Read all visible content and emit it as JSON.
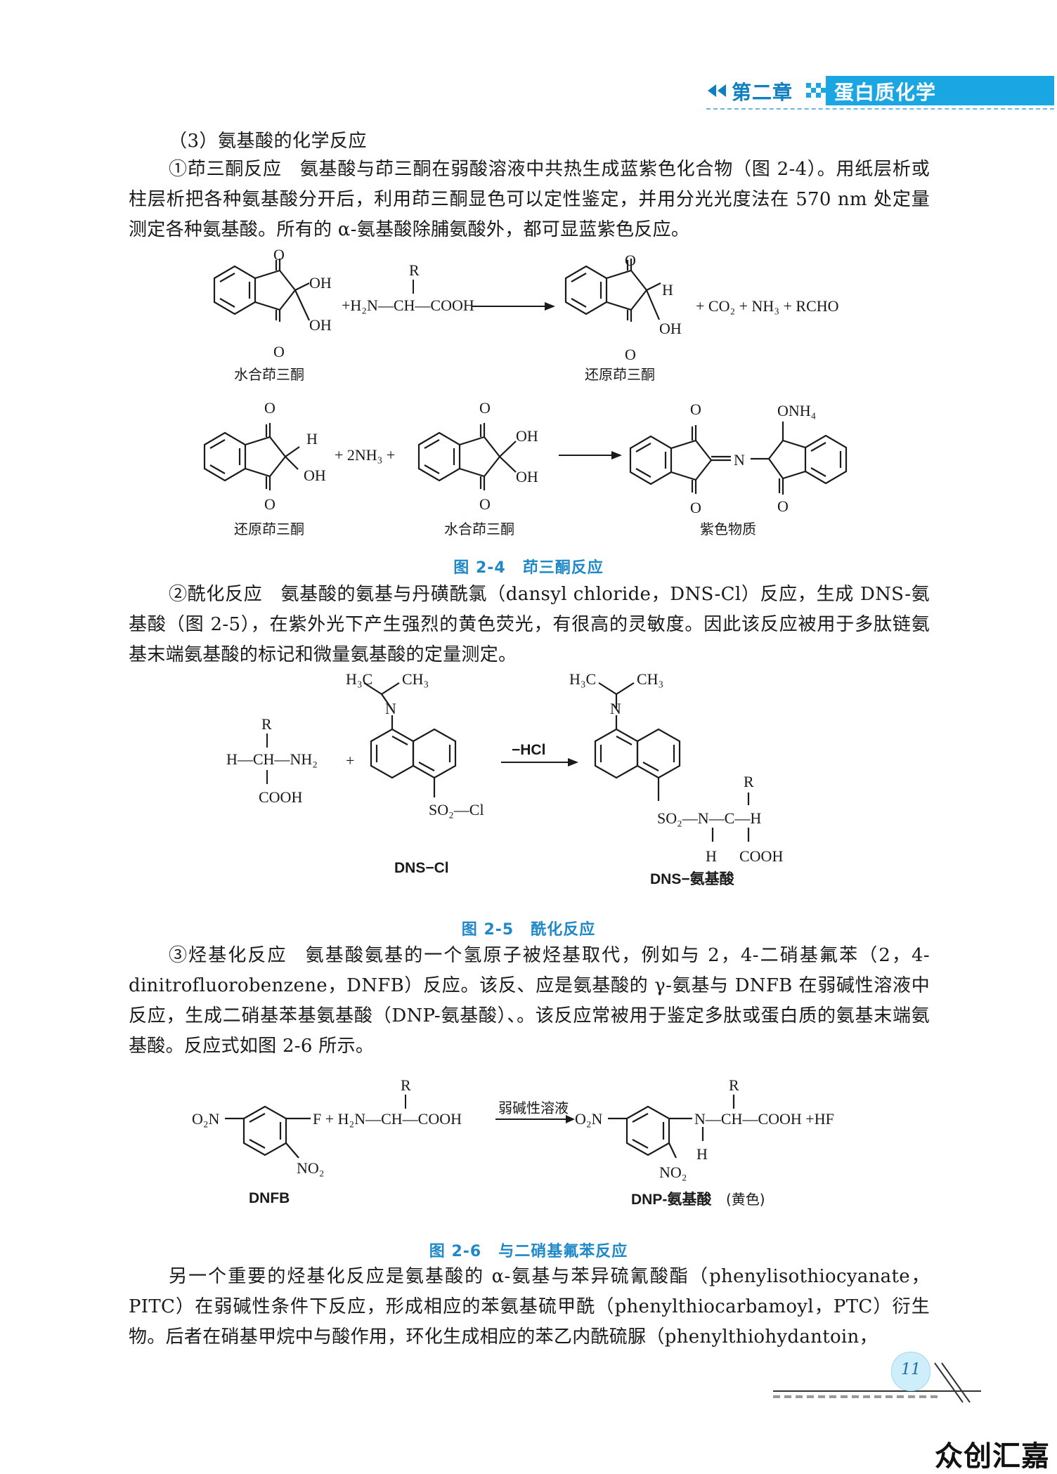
{
  "header": {
    "chapter": "第二章",
    "title": "蛋白质化学"
  },
  "section": {
    "heading": "（3）氨基酸的化学反应"
  },
  "paragraphs": {
    "p1_title": "①茚三酮反应",
    "p1_body": "氨基酸与茚三酮在弱酸溶液中共热生成蓝紫色化合物（图 2-4）。用纸层析或柱层析把各种氨基酸分开后，利用茚三酮显色可以定性鉴定，并用分光光度法在 570 nm 处定量测定各种氨基酸。所有的 α-氨基酸除脯氨酸外，都可显蓝紫色反应。",
    "p2_title": "②酰化反应",
    "p2_body": "氨基酸的氨基与丹磺酰氯（dansyl chloride，DNS-Cl）反应，生成 DNS-氨基酸（图 2-5），在紫外光下产生强烈的黄色荧光，有很高的灵敏度。因此该反应被用于多肽链氨基末端氨基酸的标记和微量氨基酸的定量测定。",
    "p3_title": "③烃基化反应",
    "p3_body": "氨基酸氨基的一个氢原子被烃基取代，例如与 2，4-二硝基氟苯（2，4-dinitrofluorobenzene，DNFB）反应。该反、应是氨基酸的 γ-氨基与 DNFB 在弱碱性溶液中反应，生成二硝基苯基氨基酸（DNP-氨基酸）、。该反应常被用于鉴定多肽或蛋白质的氨基末端氨基酸。反应式如图 2-6 所示。",
    "p4_body": "另一个重要的烃基化反应是氨基酸的 α-氨基与苯异硫氰酸酯（phenylisothiocyanate，PITC）在弱碱性条件下反应，形成相应的苯氨基硫甲酰（phenylthiocarbamoyl，PTC）衍生物。后者在硝基甲烷中与酸作用，环化生成相应的苯乙内酰硫脲（phenylthiohydantoin，"
  },
  "figures": {
    "fig4": {
      "number": "图 2-4",
      "title": "茚三酮反应",
      "label_hydrated": "水合茚三酮",
      "label_reduced": "还原茚三酮",
      "label_purple": "紫色物质",
      "amine": "+H₂N—CH—COOH",
      "r_group": "R",
      "products1": "+ CO₂ + NH₃ + RCHO",
      "plus_nh3": "+ 2NH₃ +",
      "o": "O",
      "oh": "OH",
      "h": "H",
      "n": "N",
      "onh4": "ONH₄"
    },
    "fig5": {
      "number": "图 2-5",
      "title": "酰化反应",
      "left_reactant": "H—CH—NH₂",
      "r_group": "R",
      "cooh": "COOH",
      "plus": "+",
      "h3c": "H₃C",
      "ch3": "CH₃",
      "n": "N",
      "so2cl": "SO₂—Cl",
      "arrow_label": "−HCl",
      "dnscl": "DNS−Cl",
      "so2n": "SO₂—N—C—H",
      "h": "H",
      "product_label": "DNS−氨基酸"
    },
    "fig6": {
      "number": "图 2-6",
      "title": "与二硝基氟苯反应",
      "o2n": "O₂N",
      "f_plus": "F + H₂N—CH—COOH",
      "r_group": "R",
      "arrow_label": "弱碱性溶液",
      "n_part": "N—CH—COOH +HF",
      "no2": "NO₂",
      "h": "H",
      "dnfb": "DNFB",
      "product_label": "DNP-氨基酸",
      "product_note": "(黄色)"
    }
  },
  "footer": {
    "page_number": "11",
    "watermark": "众创汇嘉"
  },
  "colors": {
    "accent": "#19a6e2",
    "caption": "#1e88c8",
    "chapter": "#0e7fc0"
  }
}
